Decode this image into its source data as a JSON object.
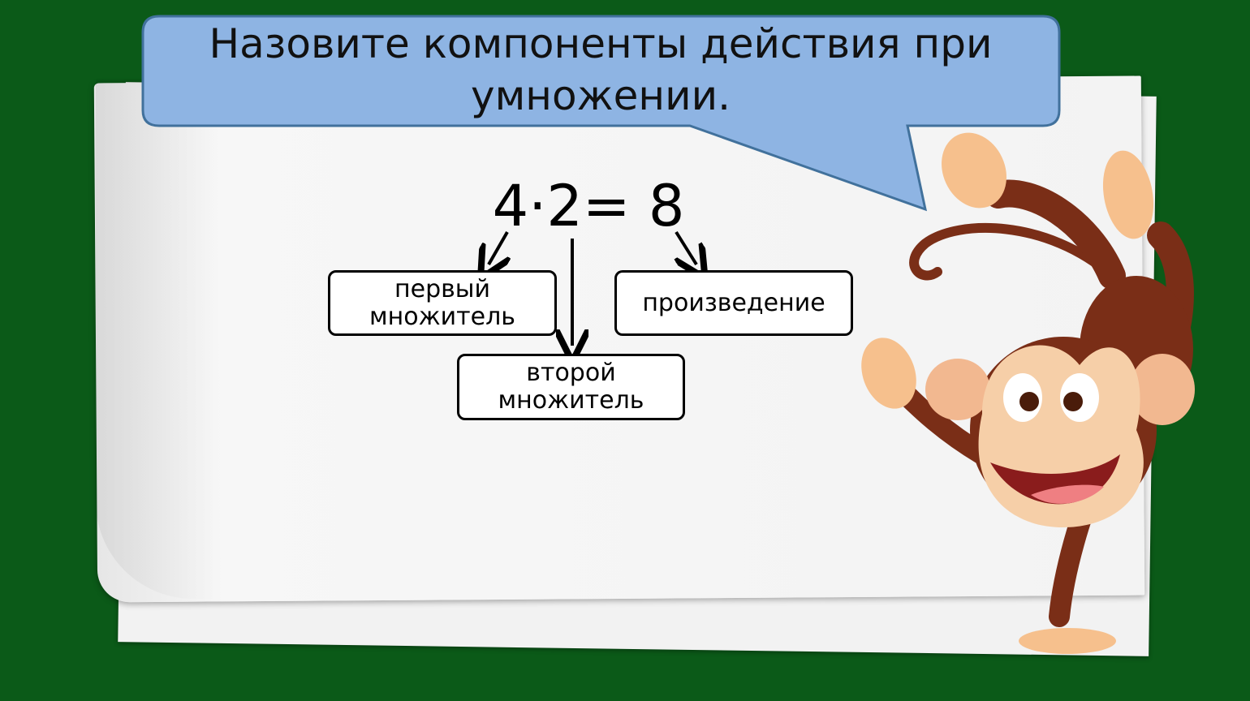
{
  "title": "Назовите компоненты действия при умножении.",
  "equation": "4·2= 8",
  "labels": {
    "first_factor": "первый множитель",
    "second_factor": "второй множитель",
    "product": "произведение"
  },
  "colors": {
    "background": "#0b5a18",
    "callout_fill": "#8eb4e3",
    "callout_border": "#41719c"
  },
  "icons": [
    "monkey-illustration"
  ]
}
